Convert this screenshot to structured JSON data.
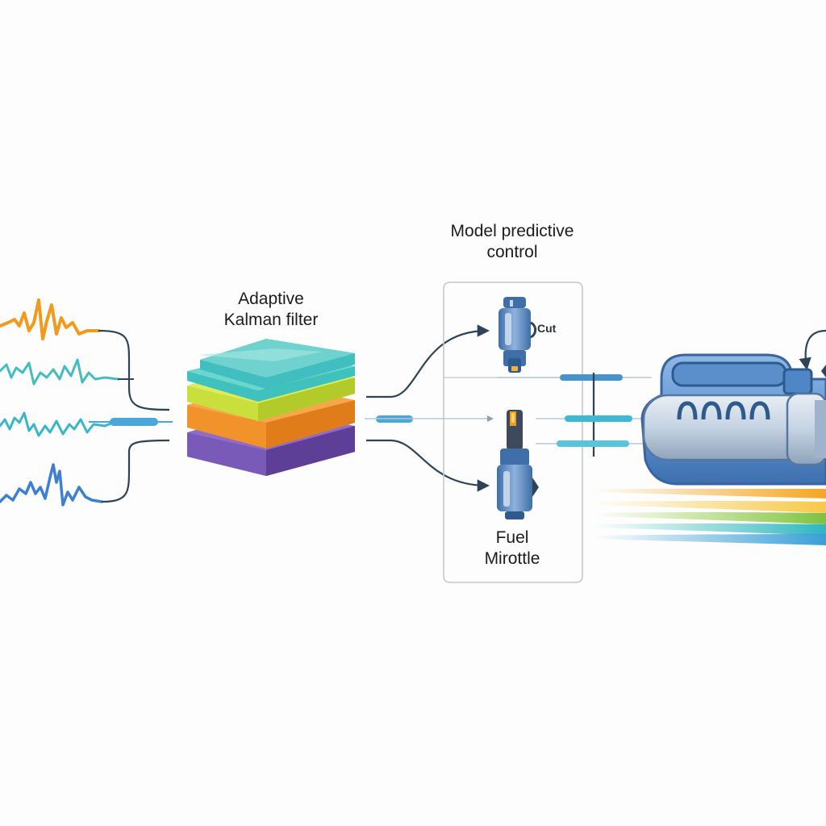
{
  "kalman_filter": {
    "title_line1": "Adaptive",
    "title_line2": "Kalman filter"
  },
  "mpc": {
    "title_line1": "Model predictive",
    "title_line2": "control"
  },
  "actuators": {
    "top_label": "Cut",
    "bottom_line1": "Fuel",
    "bottom_line2": "Mirottle"
  },
  "colors": {
    "signal_orange": "#f29a1d",
    "signal_teal": "#3fb8c0",
    "signal_cyan": "#39b6c9",
    "signal_blue": "#3d7fd0",
    "layer_teal": "#3fc2bd",
    "layer_lime": "#c9df3c",
    "layer_orange": "#f2922a",
    "layer_purple": "#7a5ab8",
    "arrow": "#2f4358",
    "engine_blue": "#4f86c6"
  }
}
